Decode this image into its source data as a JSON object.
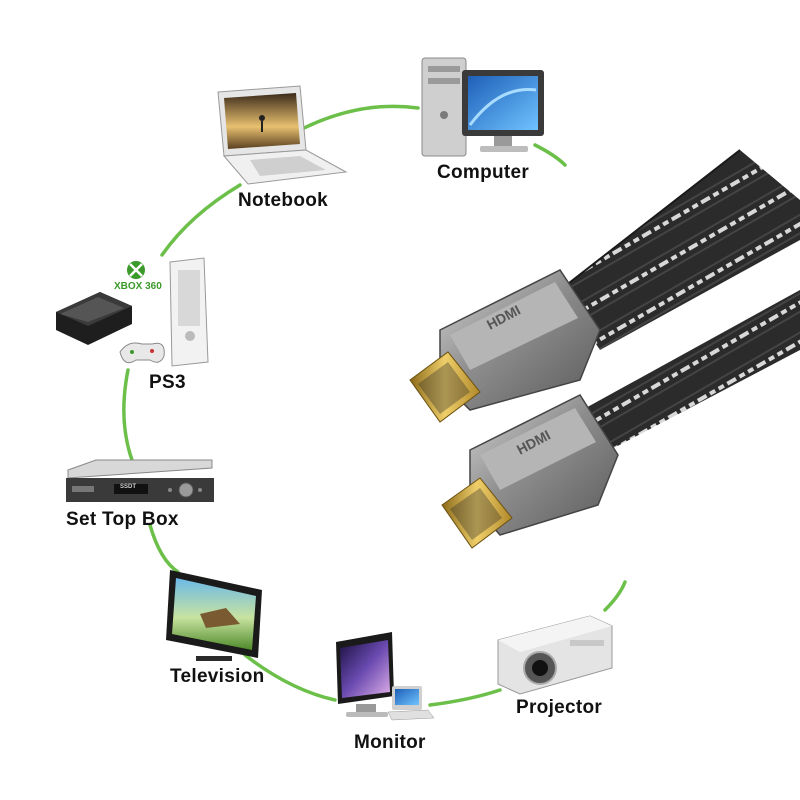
{
  "devices": {
    "computer": {
      "label": "Computer"
    },
    "notebook": {
      "label": "Notebook"
    },
    "ps3": {
      "label": "PS3",
      "badge": "XBOX 360"
    },
    "set_top_box": {
      "label": "Set Top Box",
      "brand_text": "SSDT"
    },
    "television": {
      "label": "Television"
    },
    "monitor": {
      "label": "Monitor"
    },
    "projector": {
      "label": "Projector"
    }
  },
  "cable": {
    "connector_engraving": "HDMI"
  },
  "colors": {
    "connection_line": "#6cc04a",
    "label_text": "#111111",
    "xbox_green": "#3c9a2a",
    "cable_braid": "#2b2b2b",
    "cable_stripe": "#d8d8d8",
    "connector_gold": "#d4a93a",
    "connector_housing": "#8d8d8d"
  }
}
